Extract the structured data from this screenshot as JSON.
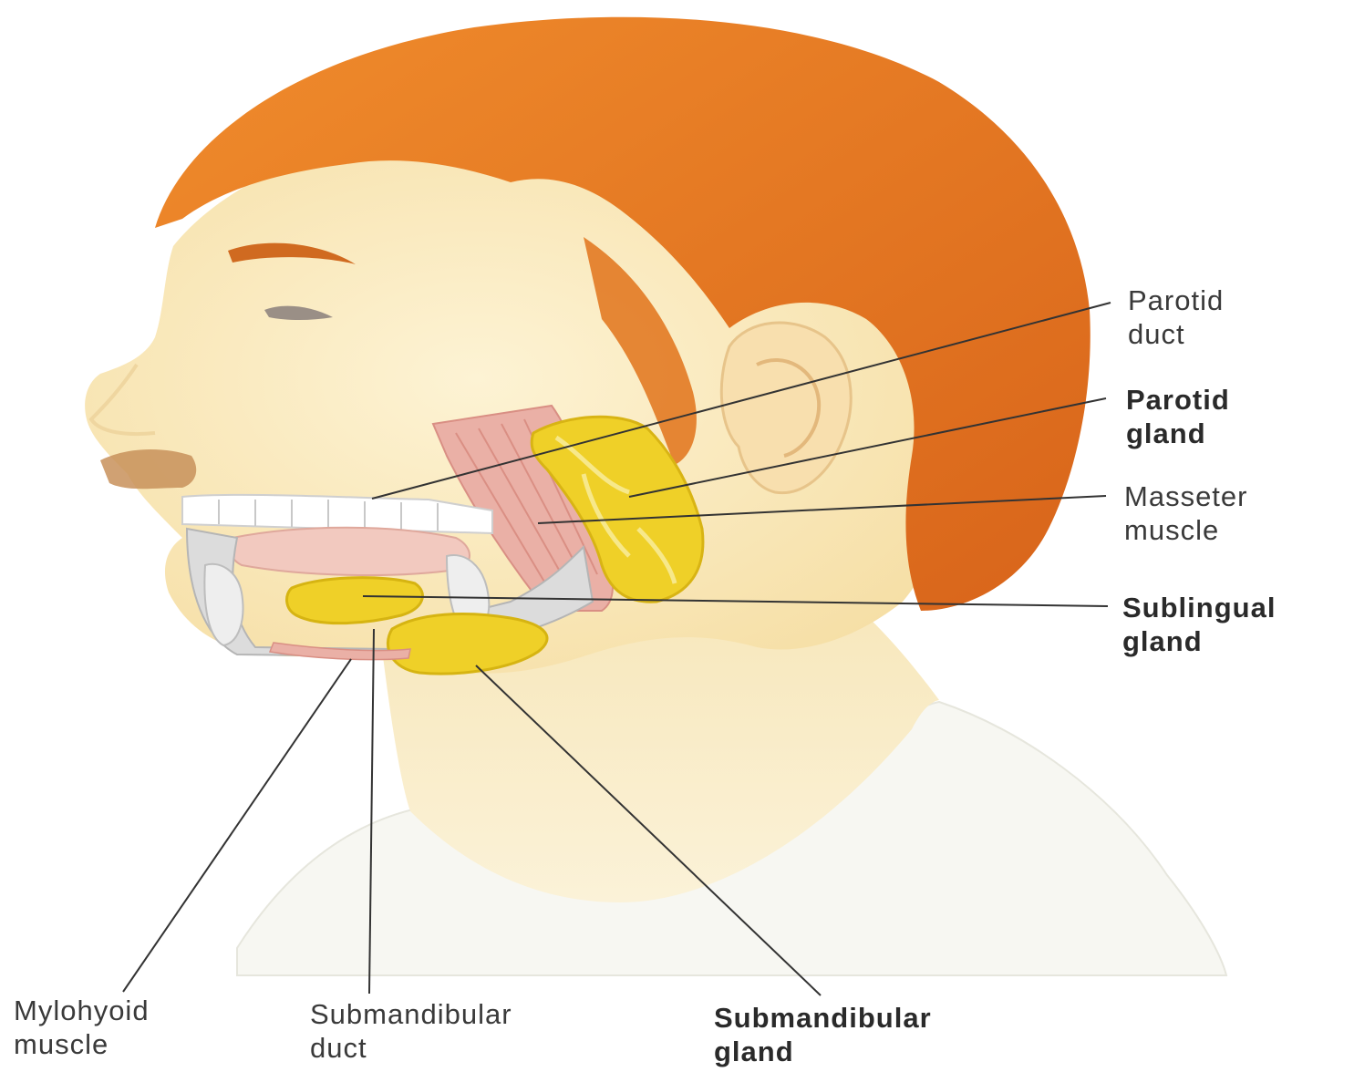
{
  "colors": {
    "background": "#ffffff",
    "hair": "#e07a22",
    "skin": "#fbecc2",
    "gland": "#efd028",
    "muscle": "#e8a89e",
    "teeth": "#ffffff",
    "bone": "#d9d9d9",
    "leader_line": "#333333"
  },
  "labels": {
    "parotid_duct": {
      "line1": "Parotid",
      "line2": "duct",
      "emphasis": "normal"
    },
    "parotid_gland": {
      "line1": "Parotid",
      "line2": "gland",
      "emphasis": "bold"
    },
    "masseter_muscle": {
      "line1": "Masseter",
      "line2": "muscle",
      "emphasis": "normal"
    },
    "sublingual_gland": {
      "line1": "Sublingual",
      "line2": "gland",
      "emphasis": "bold"
    },
    "mylohyoid_muscle": {
      "line1": "Mylohyoid",
      "line2": "muscle",
      "emphasis": "normal"
    },
    "submandibular_duct": {
      "line1": "Submandibular",
      "line2": "duct",
      "emphasis": "normal"
    },
    "submandibular_gland": {
      "line1": "Submandibular",
      "line2": "gland",
      "emphasis": "bold"
    }
  }
}
